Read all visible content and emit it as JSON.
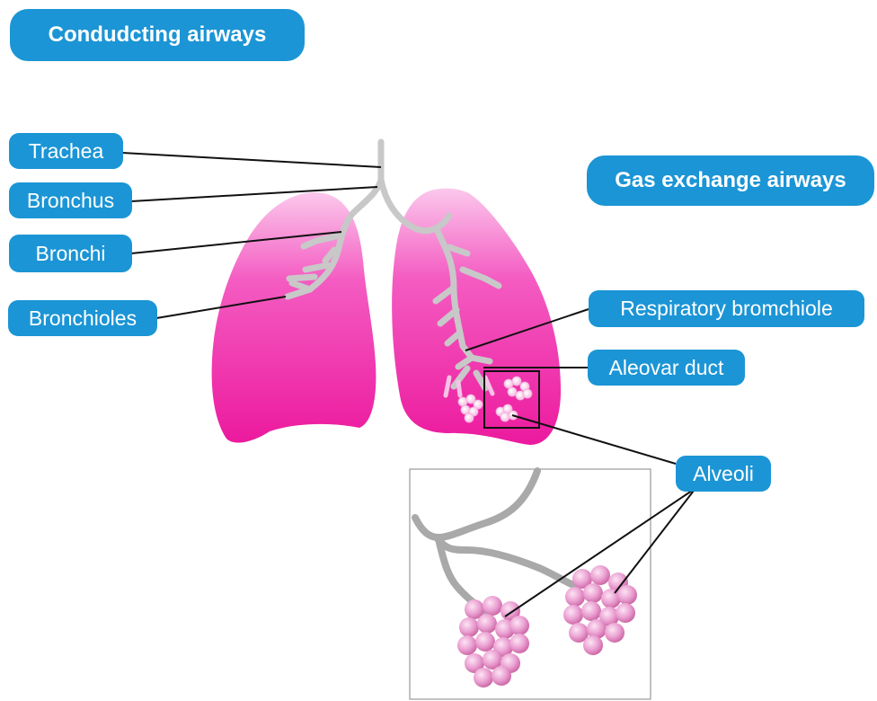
{
  "headings": {
    "conducting": "Condudcting airways",
    "gas_exchange": "Gas exchange airways"
  },
  "labels": {
    "trachea": "Trachea",
    "bronchus": "Bronchus",
    "bronchi": "Bronchi",
    "bronchioles": "Bronchioles",
    "respiratory_bronchiole": "Respiratory bromchiole",
    "alveolar_duct": "Aleovar duct",
    "alveoli": "Alveoli"
  },
  "colors": {
    "label_fill": "#1b95d5",
    "label_text": "#ffffff",
    "lung_pink": "#ef2aa8",
    "lung_light": "#f9b6e3",
    "airway_gray": "#c8c8c8",
    "alveoli_pink": "#e28cc9",
    "leader_line": "#111111"
  }
}
